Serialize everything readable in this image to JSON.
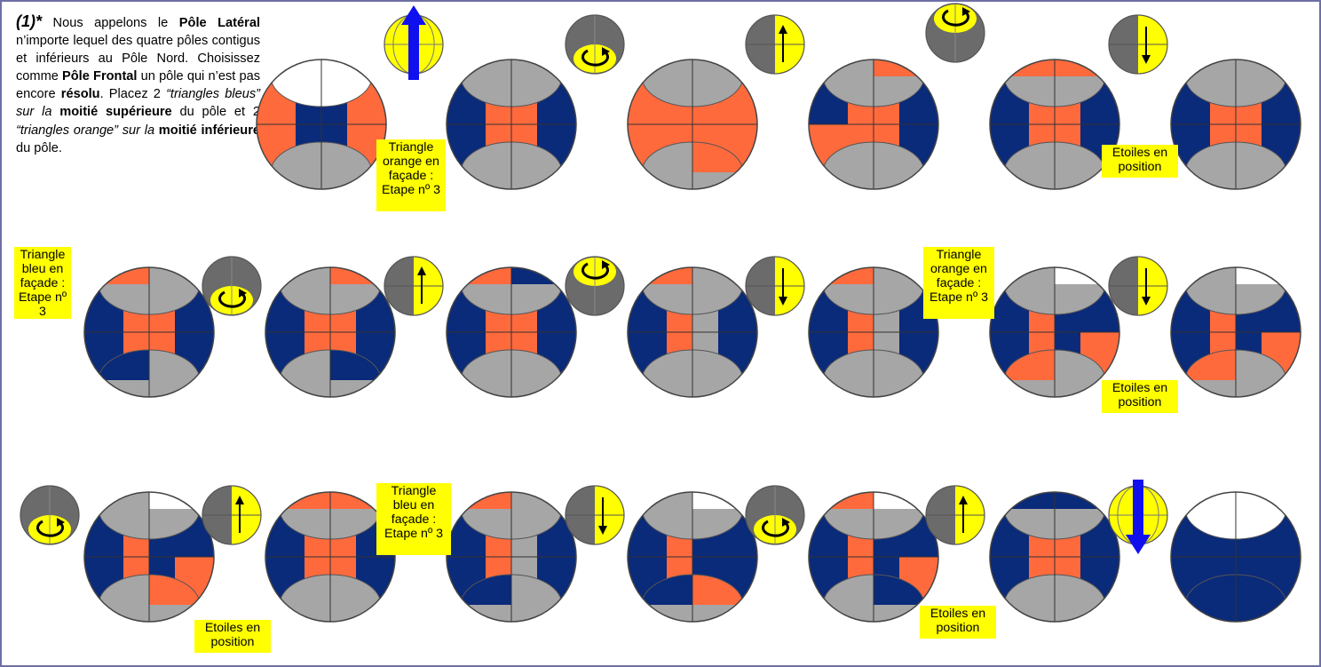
{
  "intro": {
    "lead": "(1)*",
    "t1": " Nous appelons le ",
    "b1": "Pôle Latéral",
    "t2": " n’importe lequel des quatre pôles contigus et inférieurs au Pôle Nord. Choisissez comme ",
    "b2": "Pôle Frontal",
    "t3": " un pôle qui n’est pas encore ",
    "b3": "résolu",
    "t4": ". Placez 2 ",
    "i1": "“triangles bleus” sur la",
    "t5": " ",
    "b4": "moitié supérieure",
    "t6": " du pôle et 2 ",
    "i2": "“triangles orange” sur la",
    "t7": " ",
    "b5": "moitié inférieure",
    "t8": " du pôle."
  },
  "labels": [
    "Triangle orange en façade : Etape nº 3",
    "Etoiles en position",
    "Triangle bleu en façade : Etape nº 3",
    "Triangle orange en façade : Etape nº 3",
    "Etoiles en position",
    "Triangle bleu en façade : Etape nº 3",
    "Etoiles en position",
    "Etoiles en position"
  ],
  "colors": {
    "frame": "#6f6fa6",
    "orange": "#ff6a3d",
    "blue": "#0a2a7a",
    "gray": "#a6a6a6",
    "white": "#ffffff",
    "note": "#ffff00",
    "move_dark": "#6b6b6b",
    "move_yellow": "#ffff00",
    "move_arrow_blue": "#1010ee"
  },
  "rows": [
    [
      {
        "name": "sphere-r1-1",
        "top": [
          "W",
          "W",
          "W",
          "W"
        ],
        "band": [
          "B",
          "B",
          "B",
          "B"
        ],
        "bottom": [
          "G",
          "G",
          "G",
          "G"
        ],
        "q": [
          "O",
          "O",
          "O",
          "O"
        ]
      },
      {
        "name": "sphere-r1-2",
        "top": [
          "G",
          "G",
          "G",
          "G"
        ],
        "band": [
          "O",
          "O",
          "O",
          "O"
        ],
        "bottom": [
          "G",
          "G",
          "G",
          "G"
        ],
        "q": [
          "B",
          "B",
          "B",
          "B"
        ]
      },
      {
        "name": "sphere-r1-3",
        "top": [
          "G",
          "G",
          "G",
          "G"
        ],
        "band": [
          "O",
          "O",
          "O",
          "O"
        ],
        "bottom": [
          "G",
          "O",
          "G",
          "G"
        ],
        "q": [
          "O",
          "O",
          "O",
          "O"
        ]
      },
      {
        "name": "sphere-r1-4",
        "top": [
          "G",
          "O",
          "G",
          "G"
        ],
        "band": [
          "O",
          "O",
          "O",
          "O"
        ],
        "bottom": [
          "G",
          "G",
          "G",
          "G"
        ],
        "q": [
          "B",
          "B",
          "O",
          "B"
        ]
      },
      {
        "name": "sphere-r1-5",
        "top": [
          "O",
          "O",
          "G",
          "G"
        ],
        "band": [
          "O",
          "O",
          "O",
          "O"
        ],
        "bottom": [
          "G",
          "G",
          "G",
          "G"
        ],
        "q": [
          "B",
          "B",
          "B",
          "B"
        ]
      },
      {
        "name": "sphere-r1-6",
        "top": [
          "G",
          "G",
          "G",
          "G"
        ],
        "band": [
          "O",
          "O",
          "O",
          "O"
        ],
        "bottom": [
          "G",
          "G",
          "G",
          "G"
        ],
        "q": [
          "B",
          "B",
          "B",
          "B"
        ]
      }
    ],
    [
      {
        "name": "sphere-r2-1",
        "top": [
          "O",
          "G",
          "G",
          "G"
        ],
        "band": [
          "O",
          "O",
          "O",
          "O"
        ],
        "bottom": [
          "B",
          "G",
          "G",
          "G"
        ],
        "q": [
          "B",
          "B",
          "B",
          "B"
        ]
      },
      {
        "name": "sphere-r2-2",
        "top": [
          "G",
          "O",
          "G",
          "G"
        ],
        "band": [
          "O",
          "O",
          "O",
          "O"
        ],
        "bottom": [
          "G",
          "B",
          "G",
          "G"
        ],
        "q": [
          "B",
          "B",
          "B",
          "B"
        ]
      },
      {
        "name": "sphere-r2-3",
        "top": [
          "O",
          "B",
          "G",
          "G"
        ],
        "band": [
          "O",
          "O",
          "O",
          "O"
        ],
        "bottom": [
          "G",
          "G",
          "G",
          "G"
        ],
        "q": [
          "B",
          "B",
          "B",
          "B"
        ]
      },
      {
        "name": "sphere-r2-4",
        "top": [
          "O",
          "G",
          "G",
          "G"
        ],
        "band": [
          "O",
          "G",
          "O",
          "G"
        ],
        "bottom": [
          "G",
          "G",
          "G",
          "G"
        ],
        "q": [
          "B",
          "B",
          "B",
          "B"
        ]
      },
      {
        "name": "sphere-r2-5",
        "top": [
          "O",
          "G",
          "G",
          "G"
        ],
        "band": [
          "O",
          "G",
          "O",
          "G"
        ],
        "bottom": [
          "G",
          "G",
          "G",
          "G"
        ],
        "q": [
          "B",
          "B",
          "B",
          "B"
        ]
      },
      {
        "name": "sphere-r2-6",
        "top": [
          "G",
          "W",
          "G",
          "G"
        ],
        "band": [
          "O",
          "B",
          "O",
          "B"
        ],
        "bottom": [
          "O",
          "G",
          "G",
          "G"
        ],
        "q": [
          "B",
          "B",
          "B",
          "O"
        ]
      }
    ],
    [
      {
        "name": "sphere-r3-1",
        "top": [
          "G",
          "W",
          "G",
          "G"
        ],
        "band": [
          "O",
          "B",
          "O",
          "B"
        ],
        "bottom": [
          "G",
          "O",
          "G",
          "G"
        ],
        "q": [
          "B",
          "B",
          "B",
          "O"
        ]
      },
      {
        "name": "sphere-r3-2",
        "top": [
          "O",
          "O",
          "G",
          "G"
        ],
        "band": [
          "O",
          "O",
          "O",
          "O"
        ],
        "bottom": [
          "G",
          "G",
          "G",
          "G"
        ],
        "q": [
          "B",
          "B",
          "B",
          "B"
        ]
      },
      {
        "name": "sphere-r3-3",
        "top": [
          "O",
          "G",
          "G",
          "G"
        ],
        "band": [
          "O",
          "G",
          "O",
          "G"
        ],
        "bottom": [
          "B",
          "G",
          "G",
          "G"
        ],
        "q": [
          "B",
          "B",
          "B",
          "B"
        ]
      },
      {
        "name": "sphere-r3-4",
        "top": [
          "G",
          "W",
          "G",
          "G"
        ],
        "band": [
          "O",
          "B",
          "O",
          "B"
        ],
        "bottom": [
          "B",
          "O",
          "G",
          "G"
        ],
        "q": [
          "B",
          "B",
          "B",
          "B"
        ]
      },
      {
        "name": "sphere-r3-5",
        "top": [
          "O",
          "W",
          "G",
          "G"
        ],
        "band": [
          "O",
          "B",
          "O",
          "B"
        ],
        "bottom": [
          "G",
          "B",
          "G",
          "G"
        ],
        "q": [
          "B",
          "B",
          "B",
          "O"
        ]
      },
      {
        "name": "sphere-r3-6",
        "top": [
          "B",
          "B",
          "G",
          "G"
        ],
        "band": [
          "O",
          "O",
          "O",
          "O"
        ],
        "bottom": [
          "G",
          "G",
          "G",
          "G"
        ],
        "q": [
          "B",
          "B",
          "B",
          "B"
        ]
      },
      {
        "name": "sphere-r3-7",
        "top": [
          "W",
          "W",
          "W",
          "W"
        ],
        "band": [
          "B",
          "B",
          "B",
          "B"
        ],
        "bottom": [
          "B",
          "B",
          "B",
          "B"
        ],
        "q": [
          "B",
          "B",
          "B",
          "B"
        ]
      }
    ]
  ],
  "moves": [
    "arrow-up-blue",
    "rotate-bottom",
    "arrow-up-half",
    "rotate-top",
    "arrow-down-half",
    "rotate-bottom",
    "arrow-up-half",
    "rotate-top",
    "arrow-down-half",
    "arrow-down-half",
    "rotate-bottom",
    "arrow-up-half",
    "arrow-down-half",
    "rotate-bottom",
    "arrow-up-half",
    "arrow-down-blue"
  ]
}
